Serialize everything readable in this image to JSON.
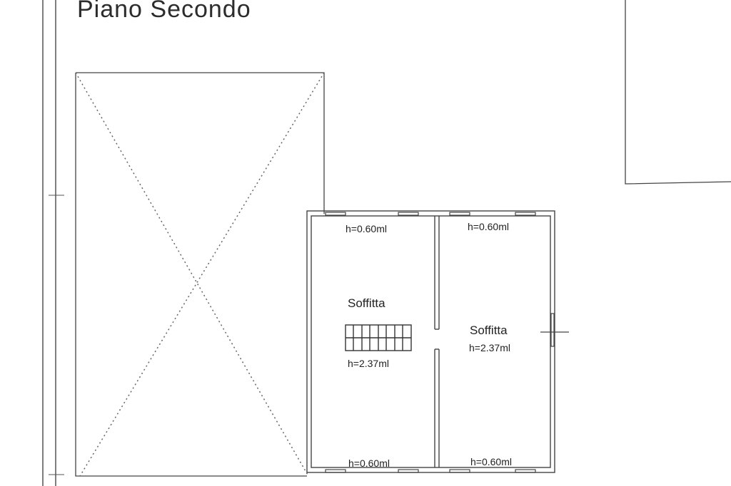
{
  "title": "Piano Secondo",
  "rooms": [
    {
      "name": "Soffitta",
      "height_label": "h=2.37ml"
    },
    {
      "name": "Soffitta",
      "height_label": "h=2.37ml"
    }
  ],
  "eave_labels": {
    "left_top": "h=0.60ml",
    "right_top": "h=0.60ml",
    "left_bottom": "h=0.60ml",
    "right_bottom": "h=0.60ml"
  }
}
